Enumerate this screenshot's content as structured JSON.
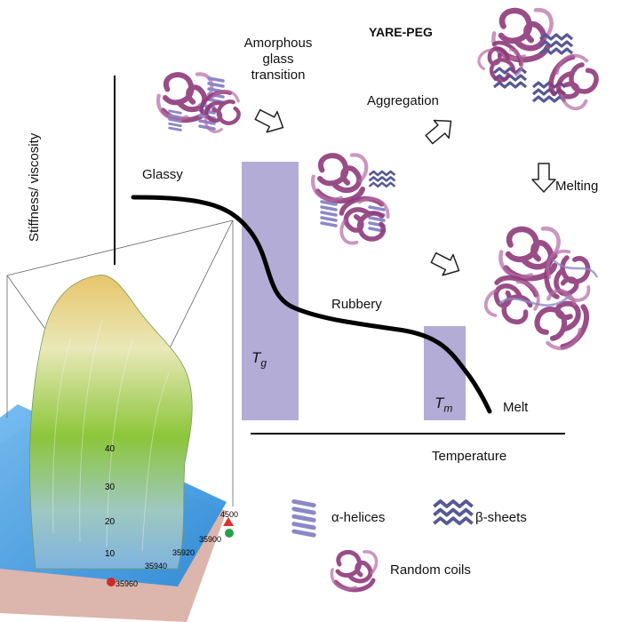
{
  "diagram": {
    "title": "YARE-PEG",
    "y_axis_label": "Stiffness/ viscosity",
    "x_axis_label": "Temperature",
    "regions": {
      "glassy": "Glassy",
      "rubbery": "Rubbery",
      "melt": "Melt"
    },
    "transitions": {
      "tg_symbol": "T",
      "tg_subscript": "g",
      "tm_symbol": "T",
      "tm_subscript": "m"
    },
    "process_labels": {
      "amorphous_line1": "Amorphous",
      "amorphous_line2": "glass",
      "amorphous_line3": "transition",
      "aggregation": "Aggregation",
      "melting": "Melting"
    },
    "legend": {
      "alpha_helices": "α-helices",
      "beta_sheets": "β-sheets",
      "random_coils": "Random coils"
    },
    "surface_plot": {
      "z_ticks": [
        "40",
        "30",
        "20",
        "10"
      ],
      "x_ticks": [
        "35960",
        "35940",
        "35920",
        "35900"
      ],
      "y_tick": "4500"
    },
    "colors": {
      "bar_fill": "#b3acd6",
      "coil": "#8e3a7a",
      "helix": "#8c88c8",
      "sheet": "#575895",
      "curve": "#000000"
    }
  }
}
